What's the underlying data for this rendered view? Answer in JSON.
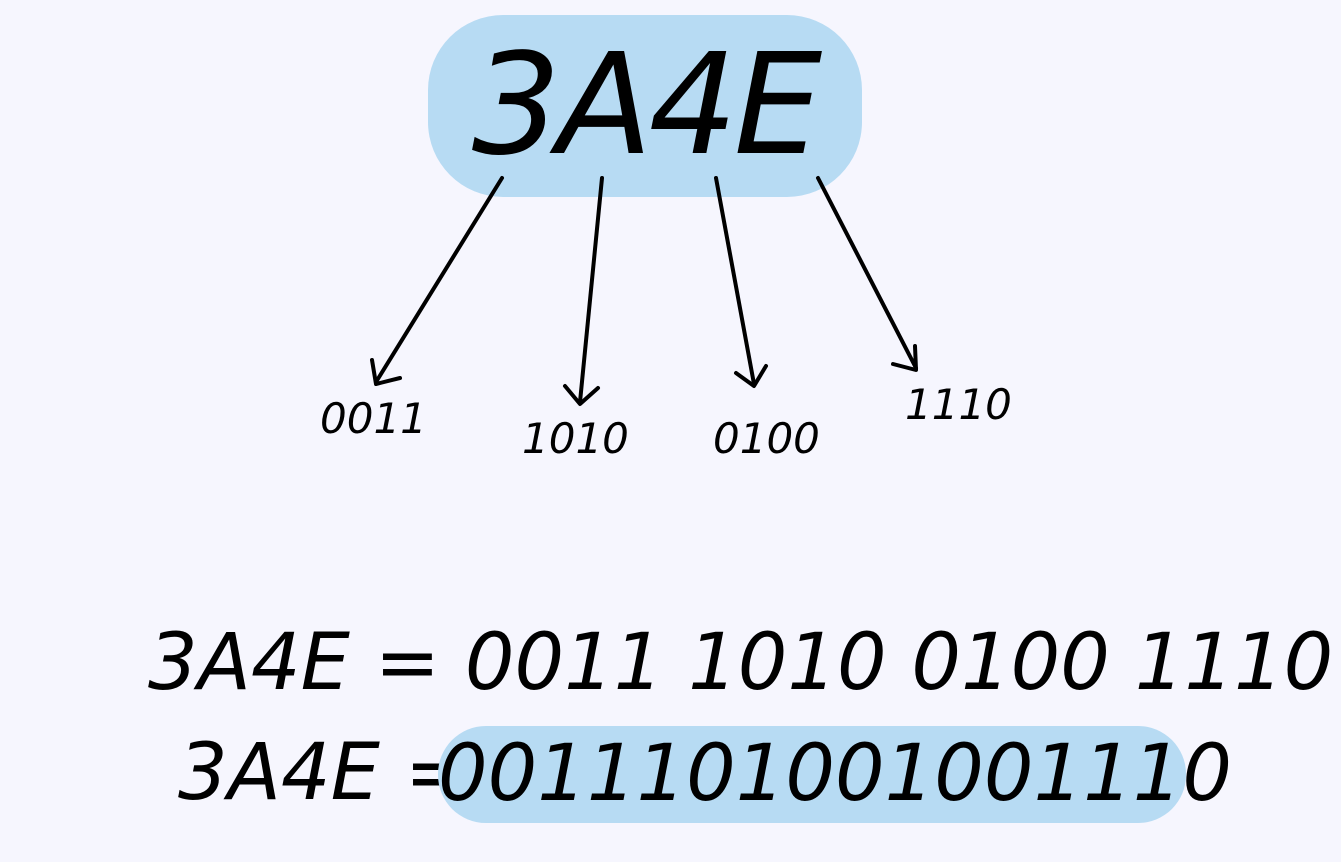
{
  "hex_value": "3A4E",
  "nibbles": [
    {
      "hex": "3",
      "bin": "0011"
    },
    {
      "hex": "A",
      "bin": "1010"
    },
    {
      "hex": "4",
      "bin": "0100"
    },
    {
      "hex": "E",
      "bin": "1110"
    }
  ],
  "equations": {
    "grouped": "3A4E = 0011 1010 0100 1110",
    "lhs": "3A4E =",
    "combined": "0011101001001110"
  },
  "colors": {
    "background": "#f6f6fe",
    "highlight": "#b7dbf3",
    "ink": "#000000"
  }
}
